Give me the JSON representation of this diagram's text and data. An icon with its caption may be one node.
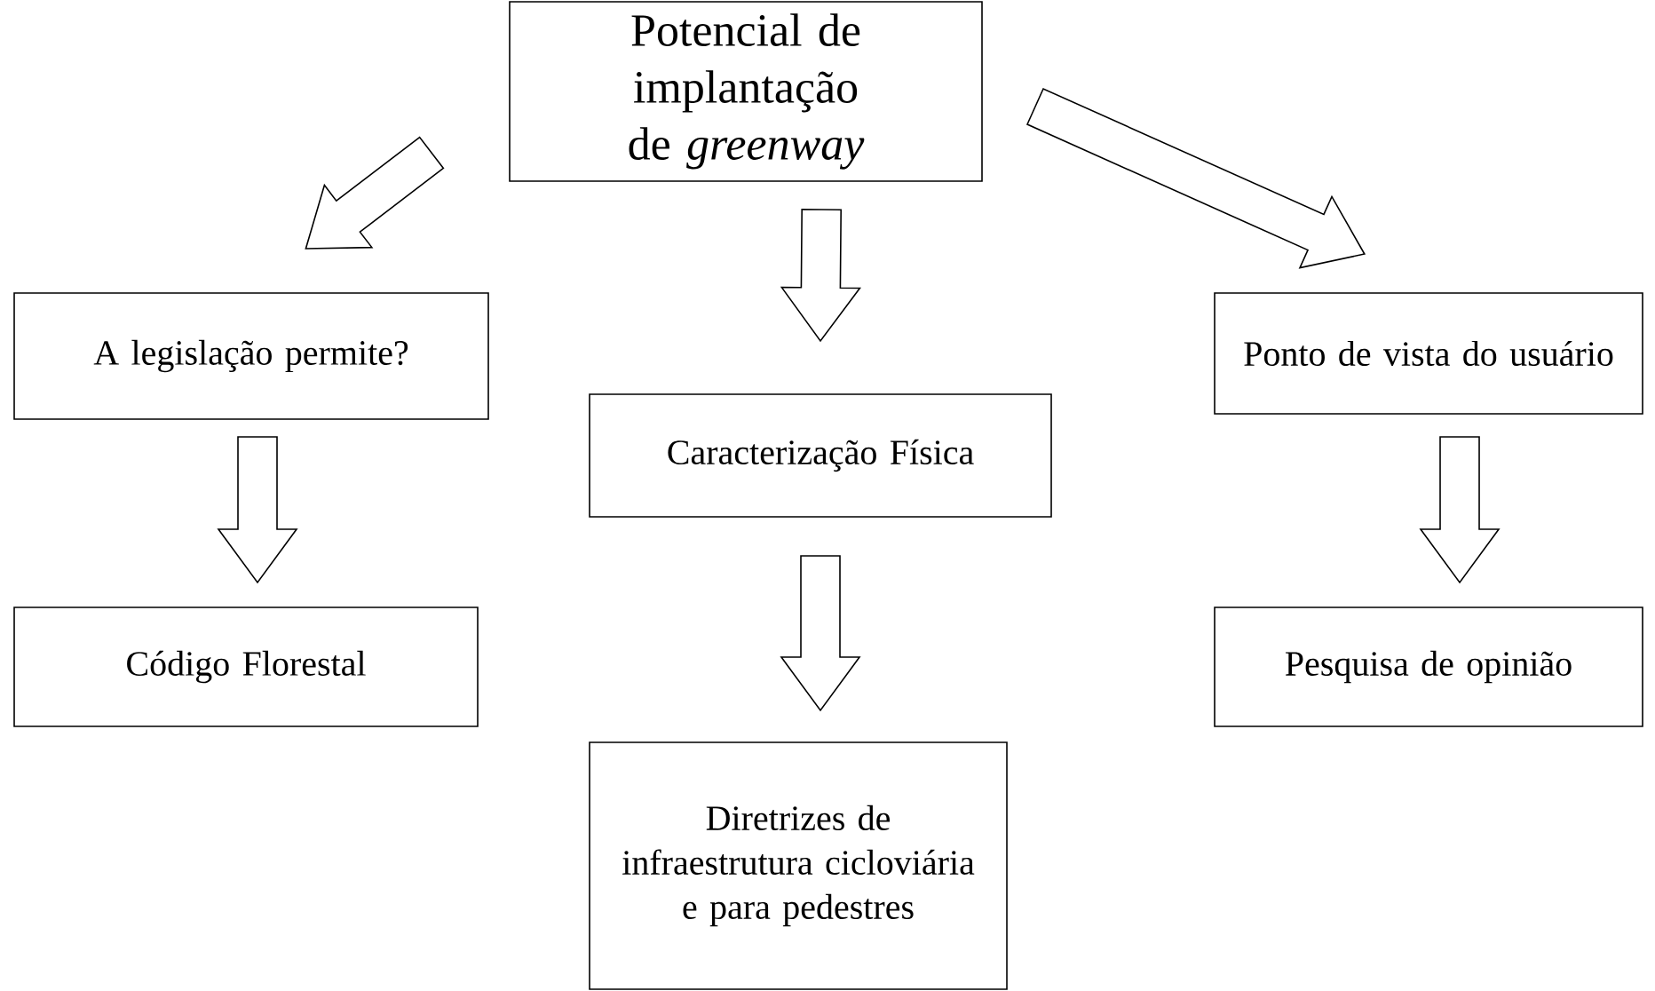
{
  "diagram": {
    "nodes": [
      {
        "text": [
          "Potencial de implantação de *greenway*"
        ]
      },
      {
        "text": [
          "A legislação permite?"
        ]
      },
      {
        "text": [
          "Caracterização Física"
        ]
      },
      {
        "text": [
          "Ponto de vista do usuário"
        ]
      },
      {
        "text": [
          "Código Florestal"
        ]
      },
      {
        "text": [
          "Diretrizes de infraestrutura cicloviária e para pedestres"
        ]
      },
      {
        "text": [
          "Pesquisa de opinião"
        ]
      }
    ],
    "edges": [
      {
        "from": 0,
        "to": 1,
        "arrow": "to"
      },
      {
        "from": 0,
        "to": 2,
        "arrow": "to"
      },
      {
        "from": 0,
        "to": 3,
        "arrow": "to"
      },
      {
        "from": 1,
        "to": 4,
        "arrow": "to"
      },
      {
        "from": 2,
        "to": 5,
        "arrow": "to"
      },
      {
        "from": 3,
        "to": 6,
        "arrow": "to"
      }
    ]
  }
}
